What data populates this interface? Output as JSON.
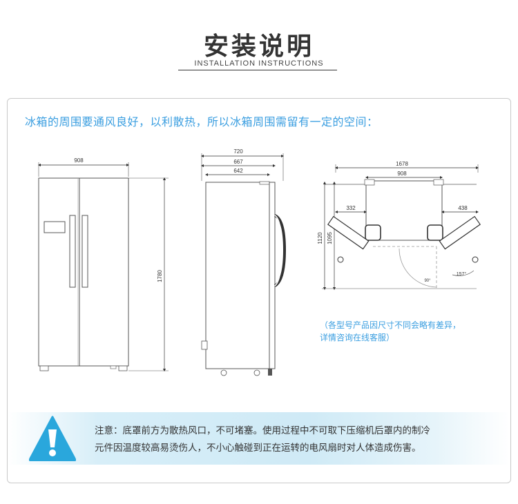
{
  "header": {
    "title_cn": "安装说明",
    "title_en": "INSTALLATION INSTRUCTIONS"
  },
  "intro_text": "冰箱的周围要通风良好，以利散热，所以冰箱周围需留有一定的空间：",
  "front_view": {
    "width_label": "908",
    "height_label": "1780"
  },
  "side_view": {
    "width_labels": [
      "720",
      "667",
      "642"
    ]
  },
  "top_view": {
    "overall_width": "1678",
    "cabinet_width": "908",
    "left_gap": "332",
    "right_gap": "438",
    "depth_outer": "1120",
    "depth_inner": "1095",
    "angle_left": "90°",
    "angle_right": "157°"
  },
  "side_note": {
    "line1": "（各型号产品因尺寸不同会略有差异，",
    "line2": "详情咨询在线客服）"
  },
  "warning": {
    "icon": "warning-triangle-icon",
    "line1": "注意：底罩前方为散热风口，不可堵塞。使用过程中不可取下压缩机后罩内的制冷",
    "line2": "元件因温度较高易烫伤人，不小心触碰到正在运转的电风扇时对人体造成伤害。"
  },
  "colors": {
    "accent_blue": "#3a9ee0",
    "icon_blue": "#2aa7dc"
  }
}
